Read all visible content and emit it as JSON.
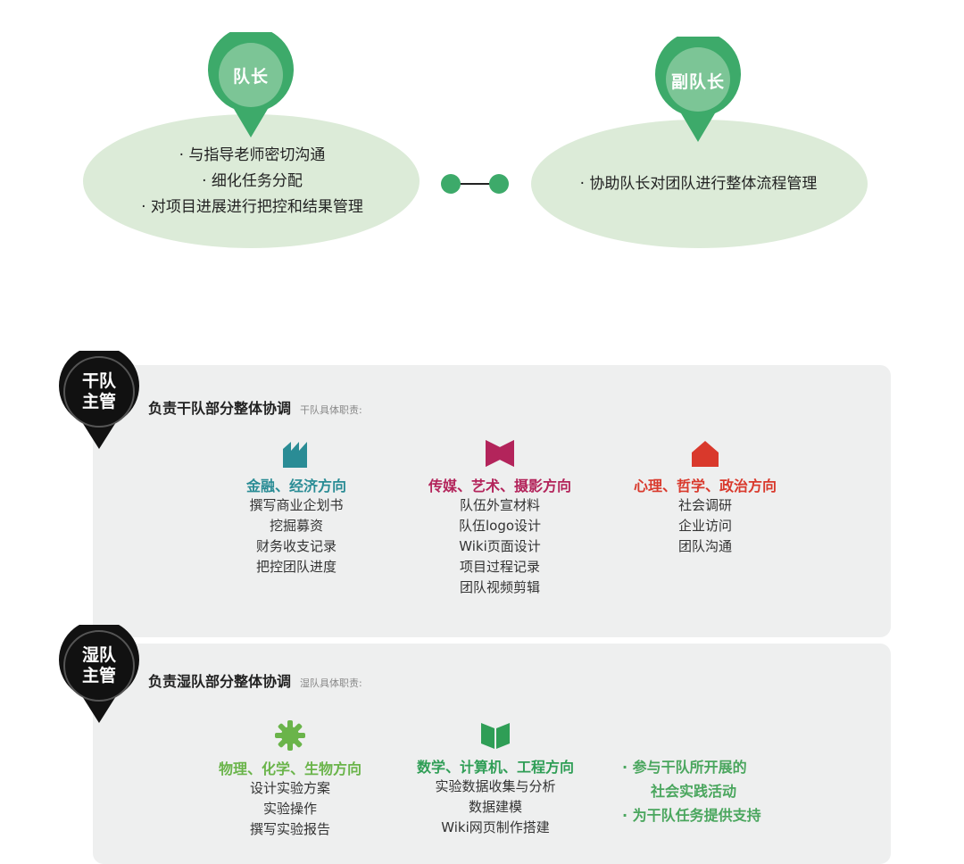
{
  "leaders": {
    "captain": {
      "title": "队长",
      "duties": [
        "· 与指导老师密切沟通",
        "· 细化任务分配",
        "· 对项目进展进行把控和结果管理"
      ]
    },
    "vice_captain": {
      "title": "副队长",
      "duties": [
        "· 协助队长对团队进行整体流程管理"
      ]
    }
  },
  "dry_team": {
    "badge": [
      "干队",
      "主管"
    ],
    "title": "负责干队部分整体协调",
    "subtitle": "干队具体职责:",
    "directions": [
      {
        "icon": "factory-icon",
        "color": "#2a8c95",
        "name": "金融、经济方向",
        "items": [
          "撰写商业企划书",
          "挖掘募资",
          "财务收支记录",
          "把控团队进度"
        ]
      },
      {
        "icon": "bowtie-icon",
        "color": "#b3245b",
        "name": "传媒、艺术、摄影方向",
        "items": [
          "队伍外宣材料",
          "队伍logo设计",
          "Wiki页面设计",
          "项目过程记录",
          "团队视频剪辑"
        ]
      },
      {
        "icon": "house-icon",
        "color": "#d9392c",
        "name": "心理、哲学、政治方向",
        "items": [
          "社会调研",
          "企业访问",
          "团队沟通"
        ]
      }
    ]
  },
  "wet_team": {
    "badge": [
      "湿队",
      "主管"
    ],
    "title": "负责湿队部分整体协调",
    "subtitle": "湿队具体职责:",
    "directions": [
      {
        "icon": "gear-icon",
        "color": "#6ab44a",
        "name": "物理、化学、生物方向",
        "items": [
          "设计实验方案",
          "实验操作",
          "撰写实验报告"
        ]
      },
      {
        "icon": "book-icon",
        "color": "#2f9e56",
        "name": "数学、计算机、工程方向",
        "items": [
          "实验数据收集与分析",
          "数据建模",
          "Wiki网页制作搭建"
        ]
      }
    ],
    "extra": [
      "· 参与干队所开展的",
      "社会实践活动",
      "· 为干队任务提供支持"
    ]
  },
  "colors": {
    "pin_green": "#3daa6a",
    "pin_inner": "#7cc596",
    "ellipse": "#dcebd8",
    "panel": "#eeefef",
    "badge_dark": "#111111"
  }
}
